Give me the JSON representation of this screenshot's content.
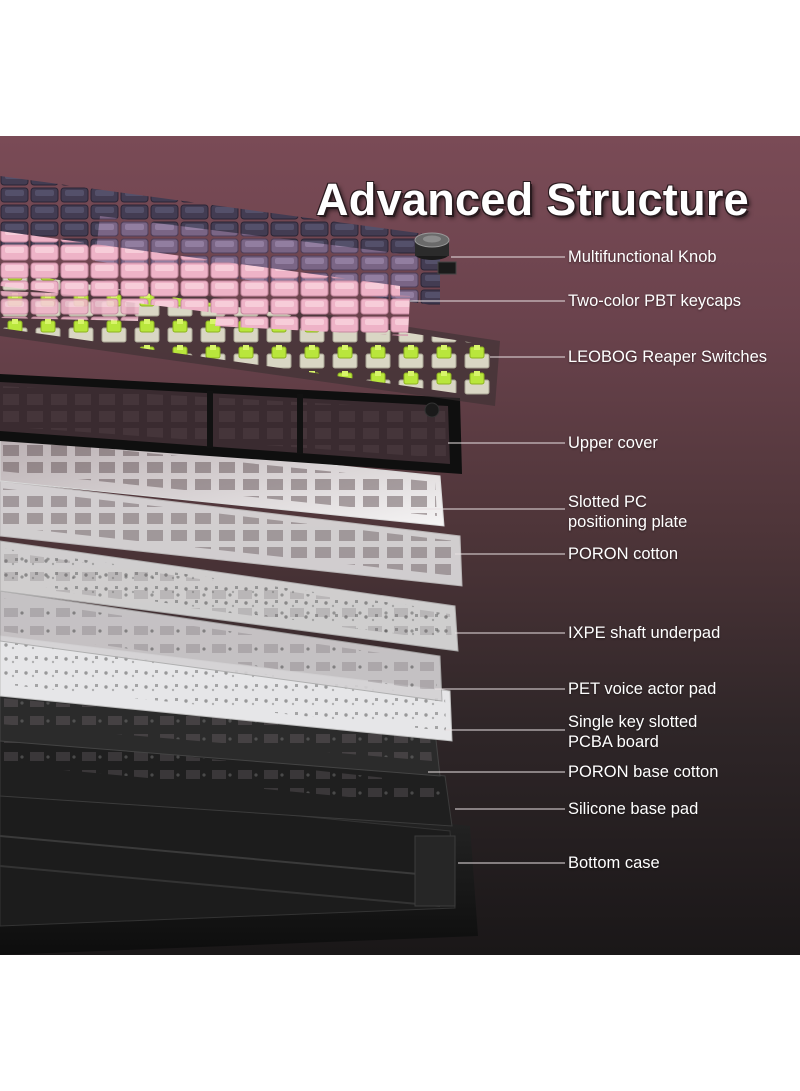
{
  "title": "Advanced Structure",
  "colors": {
    "background_top": "#7a4b56",
    "background_bottom": "#1a1718",
    "keycap_dark": "#3b3548",
    "keycap_purple": "#6f5a7b",
    "keycap_pink": "#e7a9bf",
    "switch_stem": "#b6e33a",
    "switch_housing": "#d6d3c0",
    "plate_white": "#f2f2f2",
    "case_black": "#141414"
  },
  "layers": [
    {
      "label": "Multifunctional Knob",
      "icon": "knob-icon"
    },
    {
      "label": "Two-color PBT keycaps",
      "icon": "keycaps-icon"
    },
    {
      "label": "LEOBOG Reaper Switches",
      "icon": "switch-icon"
    },
    {
      "label": "Upper cover",
      "icon": "frame-icon"
    },
    {
      "label": "Slotted PC",
      "label2": "positioning plate",
      "icon": "plate-icon"
    },
    {
      "label": "PORON cotton",
      "icon": "foam-icon"
    },
    {
      "label": "IXPE shaft underpad",
      "icon": "pad-icon"
    },
    {
      "label": "PET voice actor pad",
      "icon": "pad-icon"
    },
    {
      "label": "Single key slotted",
      "label2": "PCBA board",
      "icon": "pcb-icon"
    },
    {
      "label": "PORON base cotton",
      "icon": "foam-icon"
    },
    {
      "label": "Silicone base pad",
      "icon": "pad-icon"
    },
    {
      "label": "Bottom case",
      "icon": "case-icon"
    }
  ]
}
